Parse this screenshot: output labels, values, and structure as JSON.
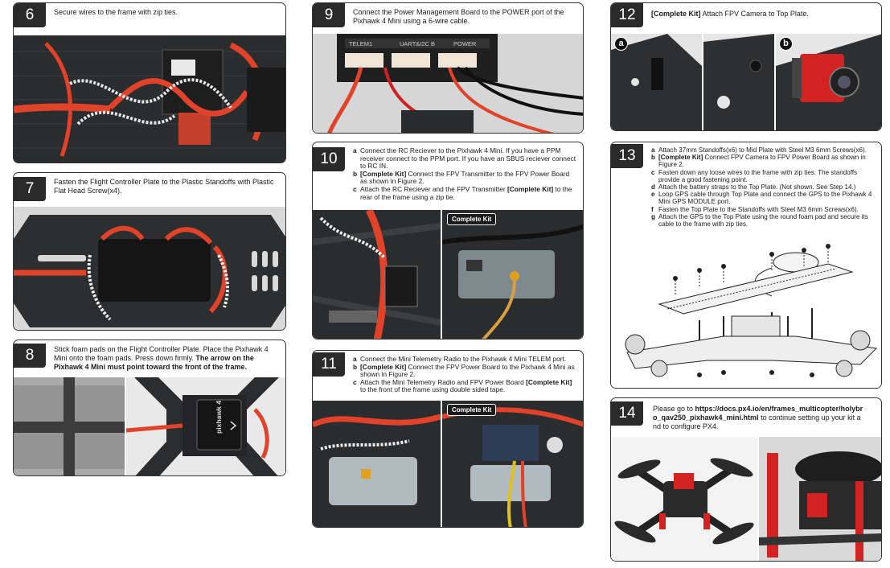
{
  "steps": {
    "s6": {
      "num": "6",
      "text": "Secure wires to the frame with zip ties."
    },
    "s7": {
      "num": "7",
      "text": "Fasten the Flight Controller Plate to the Plastic Standoffs with Plastic Flat Head Screw(x4)."
    },
    "s8": {
      "num": "8",
      "text": "Stick foam pads on the Flight Controller Plate. Place the Pixhawk 4 Mini onto the foam pads. Press down firmly.",
      "bold": "The arrow on the Pixhawk 4 Mini must point toward the front of the frame.",
      "photo_label": "pixhawk 4"
    },
    "s9": {
      "num": "9",
      "text": "Connect the Power Management Board to the POWER port of the Pixhawk 4 Mini using a 6-wire cable.",
      "port_labels": [
        "TELEM1",
        "UART&I2C B",
        "POWER"
      ]
    },
    "s10": {
      "num": "10",
      "items": [
        {
          "letter": "a",
          "text": "Connect the RC Reciever to the Pixhawk 4 Mini. If you have a PPM receiver connect to the PPM port. If you have an SBUS reciever connect to RC IN."
        },
        {
          "letter": "b",
          "bold": "[Complete Kit]",
          "text": " Connect the FPV Transmitter to the FPV Power Board as shown in Figure 2."
        },
        {
          "letter": "c",
          "text": "Attach the RC Reciever and the FPV Transmitter ",
          "bold_after": "[Complete Kit]",
          "text_after": " to the rear of the frame using a zip tie."
        }
      ],
      "badge": "Complete Kit"
    },
    "s11": {
      "num": "11",
      "items": [
        {
          "letter": "a",
          "text": "Connect the Mini Telemetry Radio to the Pixhawk 4 Mini TELEM port."
        },
        {
          "letter": "b",
          "bold": "[Complete Kit]",
          "text": " Connect the FPV Power Board to the Pixhawk 4 Mini as shown in Figure 2."
        },
        {
          "letter": "c",
          "text": "Attach the Mini Telemetry Radio and FPV Power Board ",
          "bold_after": "[Complete Kit]",
          "text_after": " to the front of the frame using double sided tape."
        }
      ],
      "badge": "Complete Kit"
    },
    "s12": {
      "num": "12",
      "bold": "[Complete Kit]",
      "text": " Attach FPV Camera to Top Plate.",
      "fig_a": "a",
      "fig_b": "b"
    },
    "s13": {
      "num": "13",
      "items": [
        {
          "letter": "a",
          "text": "Attach 37mm Standoffs(x6) to Mid Plate with Steel M3 6mm Screws(x6)."
        },
        {
          "letter": "b",
          "bold": "[Complete Kit]",
          "text": " Connect FPV Camera to FPV Power Board as shown in Figure 2."
        },
        {
          "letter": "c",
          "text": "Fasten down any loose wires to the frame with zip ties. The standoffs provide a good fastening point."
        },
        {
          "letter": "d",
          "text": "Attach the battery straps to the Top Plate. (Not shown. See Step 14.)"
        },
        {
          "letter": "e",
          "text": "Loop GPS cable through Top Plate and connect the GPS to the Pixhawk 4 Mini GPS MODULE port."
        },
        {
          "letter": "f",
          "text": "Fasten the Top Plate to the Standoffs with Steel M3 6mm Screws(x6)."
        },
        {
          "letter": "g",
          "text": "Attach the GPS to the Top Plate using the round foam pad and secure its cable to the frame with zip ties."
        }
      ]
    },
    "s14": {
      "num": "14",
      "pre": "Please go to ",
      "link": "https://docs.px4.io/en/frames_multicopter/holybro_qav250_pixhawk4_mini.html",
      "post": " to continue setting up your kit and to configure PX4."
    }
  },
  "colors": {
    "border": "#333333",
    "number_bg": "#2a2a2a",
    "wire_red": "#e0432a",
    "carbon": "#2e2f31",
    "camera_red": "#d32222"
  }
}
